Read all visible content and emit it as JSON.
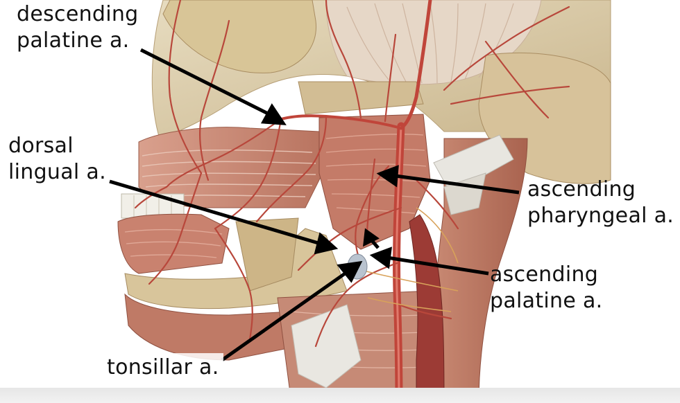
{
  "labels": {
    "descending_palatine": {
      "line1": "descending",
      "line2": "palatine a."
    },
    "dorsal_lingual": {
      "line1": "dorsal",
      "line2": "lingual a."
    },
    "ascending_pharyngeal": {
      "line1": "ascending",
      "line2": "pharyngeal a."
    },
    "ascending_palatine": {
      "line1": "ascending",
      "line2": "palatine a."
    },
    "tonsillar": {
      "line1": "tonsillar a."
    }
  },
  "colors": {
    "artery": "#c0453a",
    "muscle": "#c98f7c",
    "bone": "#d9c9a3",
    "background": "#ffffff"
  }
}
